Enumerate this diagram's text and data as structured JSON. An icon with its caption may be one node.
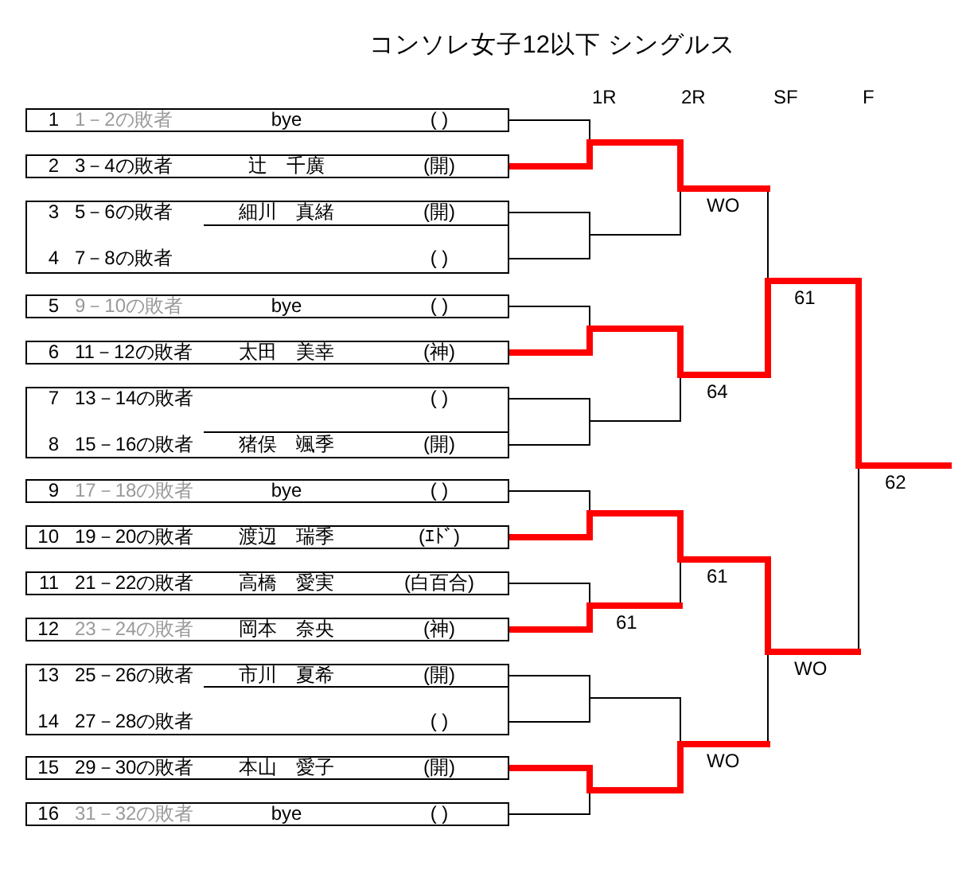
{
  "diagram": {
    "title": "コンソレ女子12以下 シングルス",
    "nodes": [
      {
        "text": [
          "1",
          "1－2の敗者",
          "bye",
          "( )"
        ]
      },
      {
        "text": [
          "2",
          "3－4の敗者",
          "辻　千廣",
          "(開)"
        ]
      },
      {
        "text": [],
        "shape": "box"
      },
      {
        "text": [
          "3",
          "5－6の敗者",
          "細川　真緒",
          "(開)"
        ],
        "in": 2
      },
      {
        "text": [
          "4",
          "7－8の敗者",
          "( )"
        ],
        "in": 2
      },
      {
        "text": [
          "5",
          "9－10の敗者",
          "bye",
          "( )"
        ]
      },
      {
        "text": [
          "6",
          "11－12の敗者",
          "太田　美幸",
          "(神)"
        ]
      },
      {
        "text": [],
        "shape": "box"
      },
      {
        "text": [
          "7",
          "13－14の敗者",
          "( )"
        ],
        "in": 7
      },
      {
        "text": [
          "8",
          "15－16の敗者",
          "猪俣　颯季",
          "(開)"
        ],
        "in": 7
      },
      {
        "text": [
          "9",
          "17－18の敗者",
          "bye",
          "( )"
        ]
      },
      {
        "text": [
          "10",
          "19－20の敗者",
          "渡辺　瑞季",
          "(ｴﾄﾞ)"
        ]
      },
      {
        "text": [
          "11",
          "21－22の敗者",
          "高橋　愛実",
          "(白百合)"
        ]
      },
      {
        "text": [
          "12",
          "23－24の敗者",
          "岡本　奈央",
          "(神)"
        ]
      },
      {
        "text": [],
        "shape": "box"
      },
      {
        "text": [
          "13",
          "25－26の敗者",
          "市川　夏希",
          "(開)"
        ],
        "in": 14
      },
      {
        "text": [
          "14",
          "27－28の敗者",
          "( )"
        ],
        "in": 14
      },
      {
        "text": [
          "15",
          "29－30の敗者",
          "本山　愛子",
          "(開)"
        ]
      },
      {
        "text": [
          "16",
          "31－32の敗者",
          "bye",
          "( )"
        ]
      },
      {
        "text": [],
        "shape": "bar"
      },
      {
        "text": [],
        "shape": "bar"
      },
      {
        "text": [],
        "shape": "bar"
      },
      {
        "text": [],
        "shape": "bar"
      },
      {
        "text": [],
        "shape": "bar"
      },
      {
        "text": [],
        "shape": "bar",
        "beside": [
          "61"
        ]
      },
      {
        "text": [],
        "shape": "bar"
      },
      {
        "text": [],
        "shape": "bar"
      },
      {
        "text": [],
        "shape": "bar",
        "beside": [
          "WO"
        ]
      },
      {
        "text": [],
        "shape": "bar",
        "beside": [
          "64"
        ]
      },
      {
        "text": [],
        "shape": "bar",
        "beside": [
          "61"
        ]
      },
      {
        "text": [],
        "shape": "bar",
        "beside": [
          "WO"
        ]
      },
      {
        "text": [],
        "shape": "bar",
        "beside": [
          "61"
        ]
      },
      {
        "text": [],
        "shape": "bar",
        "beside": [
          "WO"
        ]
      },
      {
        "text": [],
        "shape": "bar",
        "beside": [
          "62"
        ]
      }
    ],
    "edges": [
      {
        "from": 0,
        "to": 19,
        "arrow": "none",
        "color": "#000000"
      },
      {
        "from": 1,
        "to": 19,
        "arrow": "none",
        "color": "#ff0000"
      },
      {
        "from": 3,
        "to": 20,
        "arrow": "none",
        "color": "#000000"
      },
      {
        "from": 4,
        "to": 20,
        "arrow": "none",
        "color": "#000000"
      },
      {
        "from": 5,
        "to": 21,
        "arrow": "none",
        "color": "#000000"
      },
      {
        "from": 6,
        "to": 21,
        "arrow": "none",
        "color": "#ff0000"
      },
      {
        "from": 8,
        "to": 22,
        "arrow": "none",
        "color": "#000000"
      },
      {
        "from": 9,
        "to": 22,
        "arrow": "none",
        "color": "#000000"
      },
      {
        "from": 10,
        "to": 23,
        "arrow": "none",
        "color": "#000000"
      },
      {
        "from": 11,
        "to": 23,
        "arrow": "none",
        "color": "#ff0000"
      },
      {
        "from": 12,
        "to": 24,
        "arrow": "none",
        "color": "#000000"
      },
      {
        "from": 13,
        "to": 24,
        "arrow": "none",
        "color": "#ff0000"
      },
      {
        "from": 15,
        "to": 25,
        "arrow": "none",
        "color": "#000000"
      },
      {
        "from": 16,
        "to": 25,
        "arrow": "none",
        "color": "#000000"
      },
      {
        "from": 17,
        "to": 26,
        "arrow": "none",
        "color": "#ff0000"
      },
      {
        "from": 18,
        "to": 26,
        "arrow": "none",
        "color": "#000000"
      },
      {
        "from": 19,
        "to": 27,
        "arrow": "none",
        "color": "#ff0000"
      },
      {
        "from": 20,
        "to": 27,
        "arrow": "none",
        "color": "#000000"
      },
      {
        "from": 21,
        "to": 28,
        "arrow": "none",
        "color": "#ff0000"
      },
      {
        "from": 22,
        "to": 28,
        "arrow": "none",
        "color": "#000000"
      },
      {
        "from": 23,
        "to": 29,
        "arrow": "none",
        "color": "#ff0000"
      },
      {
        "from": 24,
        "to": 29,
        "arrow": "none",
        "color": "#ff0000"
      },
      {
        "from": 25,
        "to": 30,
        "arrow": "none",
        "color": "#000000"
      },
      {
        "from": 26,
        "to": 30,
        "arrow": "none",
        "color": "#ff0000"
      },
      {
        "from": 27,
        "to": 31,
        "arrow": "none",
        "color": "#ff0000"
      },
      {
        "from": 28,
        "to": 31,
        "arrow": "none",
        "color": "#ff0000"
      },
      {
        "from": 29,
        "to": 32,
        "arrow": "none",
        "color": "#ff0000"
      },
      {
        "from": 30,
        "to": 32,
        "arrow": "none",
        "color": "#ff0000"
      },
      {
        "from": 31,
        "to": 33,
        "arrow": "none",
        "color": "#ff0000"
      },
      {
        "from": 32,
        "to": 33,
        "arrow": "none",
        "color": "#ff0000"
      },
      {
        "from": 33,
        "to": null,
        "arrow": "none",
        "color": "#ff0000"
      }
    ],
    "labels": [
      "1R",
      "2R",
      "SF",
      "F"
    ]
  }
}
